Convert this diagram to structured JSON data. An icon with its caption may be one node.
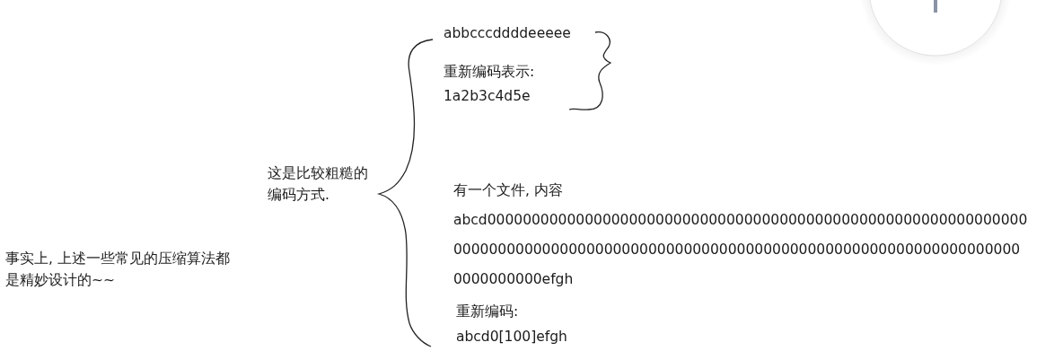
{
  "diagram": {
    "labels": [
      "abbcccddddeeeee",
      "重新编码表示:",
      "1a2b3c4d5e",
      "这是比较粗糙的编码方式.",
      "有一个文件, 内容",
      "abcd000000000000000000000000000000000000000000000000000000000000000000000000000000000000000000000000000000000000000000000000000000000000000efgh",
      "重新编码:",
      "abcd0[100]efgh",
      "事实上, 上述一些常见的压缩算法都是精妙设计的~~"
    ]
  }
}
